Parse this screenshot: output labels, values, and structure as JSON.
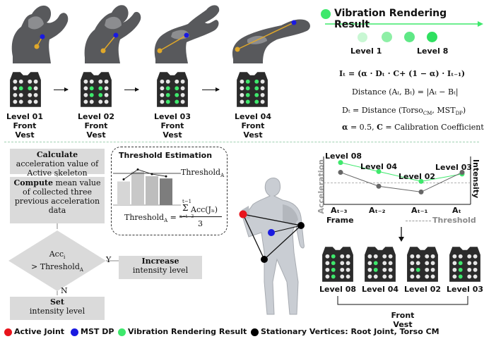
{
  "top": {
    "vest_labels": [
      {
        "level": "Level 01",
        "part": "Front Vest"
      },
      {
        "level": "Level 02",
        "part": "Front Vest"
      },
      {
        "level": "Level 03",
        "part": "Front Vest"
      },
      {
        "level": "Level 04",
        "part": "Front Vest"
      }
    ],
    "result_title": "Vibration Rendering Result",
    "level_low": "Level 1",
    "level_high": "Level 8",
    "formulas": {
      "f1": "Iₜ = (α · Dₜ · C+ (1 − α) · Iₜ₋₁)",
      "f2": "Distance (Aₜ, Bₜ) = |Aₜ − Bₜ|",
      "f3": "Dₜ = Distance (Torso",
      "f3_sub1": "CM",
      "f3_mid": ", MST",
      "f3_sub2": "DP",
      "f3_end": ")",
      "f4_alpha": "α",
      "f4_rest": " = 0.5, ",
      "f4_c": "C",
      "f4_end": " = Calibration Coefficient"
    }
  },
  "flow": {
    "calc_bold": "Calculate",
    "calc_rest": "acceleration value of Active skeleton",
    "compute_bold": "Compute",
    "compute_rest": "mean value of collected three previous acceleration data",
    "decision_line1": "Acc",
    "decision_sub": "i",
    "decision_line2": "> Threshold",
    "decision_sub2": "A",
    "yes": "Y",
    "no": "N",
    "increase_bold": "Increase",
    "increase_rest": "intensity level",
    "set_bold": "Set",
    "set_rest": "intensity level"
  },
  "threshold": {
    "title": "Threshold Estimation",
    "label": "Threshold",
    "label_sub": "A",
    "eq_lhs": "Threshold",
    "eq_lhs_sub": "A",
    "eq_eq": " =",
    "eq_sum_top": "t−1",
    "eq_sum": "Σ",
    "eq_sum_bot": "n=t−3",
    "eq_num": "Acc(Jₙ)",
    "eq_den": "3",
    "bars": [
      0.62,
      0.88,
      0.76,
      0.7
    ]
  },
  "chart": {
    "top_labels": [
      "Level 08",
      "Level 04",
      "Level 02",
      "Level 03"
    ],
    "x_ticks": [
      "Aₜ₋₃",
      "Aₜ₋₂",
      "Aₜ₋₁",
      "Aₜ"
    ],
    "left_axis": "Acceleration",
    "right_axis": "Intensity",
    "x_label": "Frame",
    "threshold_label": "Threshold",
    "intensity": [
      0.92,
      0.7,
      0.46,
      0.64
    ],
    "acceleration": [
      0.68,
      0.34,
      0.2,
      0.68
    ]
  },
  "bottom_vests": {
    "labels": [
      "Level 08",
      "Level 04",
      "Level 02",
      "Level 03"
    ],
    "group_label": "Front Vest"
  },
  "legend": [
    {
      "label": "Active Joint",
      "color": "#e8141c"
    },
    {
      "label": "MST DP",
      "color": "#1a1ae0"
    },
    {
      "label": "Vibration Rendering Result",
      "color": "#3ee86c"
    },
    {
      "label": "Stationary Vertices: Root Joint, Torso CM",
      "color": "#000000"
    }
  ],
  "colors": {
    "green": "#3ee86c",
    "lightgreen": "#b6f5c5",
    "midgreen": "#6fe890",
    "dark": "#2b2b2b"
  }
}
